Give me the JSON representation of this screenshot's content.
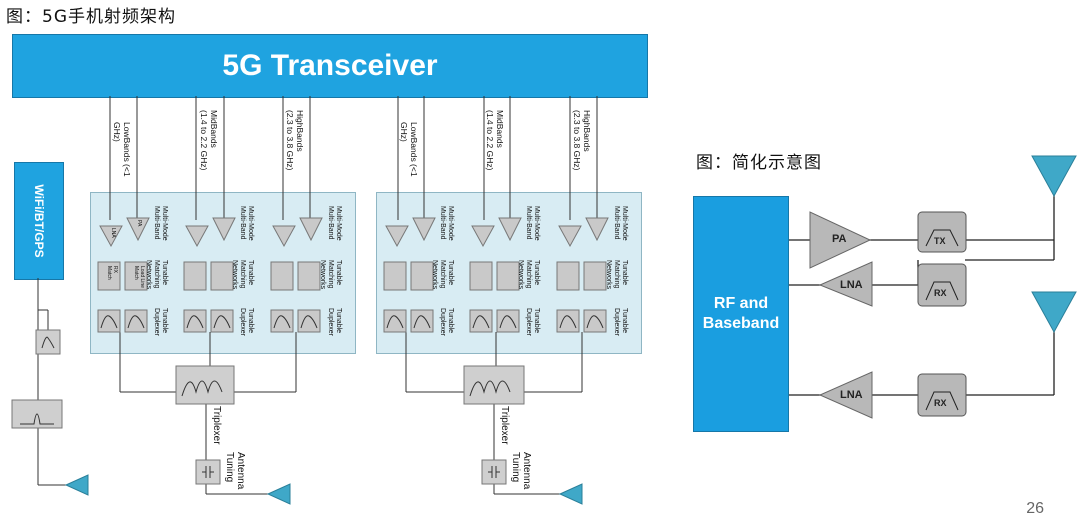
{
  "captions": {
    "left": "图：5G手机射频架构",
    "right": "图：简化示意图"
  },
  "transceiver": {
    "label": "5G Transceiver"
  },
  "wifi": {
    "label": "WiFi/BT/GPS"
  },
  "bands": {
    "low": "LowBands (<1\nGHz)",
    "mid": "MidBands\n(1.4 to 2.2 GHz)",
    "high": "HighBands\n(2.3 to 3.8 GHz)"
  },
  "module_labels": {
    "multimode": "Multi-Mode\nMulti-Band",
    "matching": "Tunable\nMatching\nNetworks",
    "duplexer": "Tunable\nDuplexer"
  },
  "component_labels": {
    "lna": "LNA",
    "pa": "PA",
    "rx_match": "RX\nMatch",
    "load_line": "Load Line\nMatch"
  },
  "triplexer": "Triplexer",
  "antenna_tuning": "Antenna\nTuning",
  "simple": {
    "rf_baseband": "RF and\nBaseband",
    "pa": "PA",
    "lna_top": "LNA",
    "lna_bottom": "LNA",
    "tx": "TX",
    "rx_top": "RX",
    "rx_bottom": "RX"
  },
  "page_number": "26",
  "colors": {
    "accent_blue": "#1fa3e0",
    "panel": "#d8ecf3",
    "component_gray": "#cfcfcf",
    "antenna": "#3fa8c8"
  }
}
